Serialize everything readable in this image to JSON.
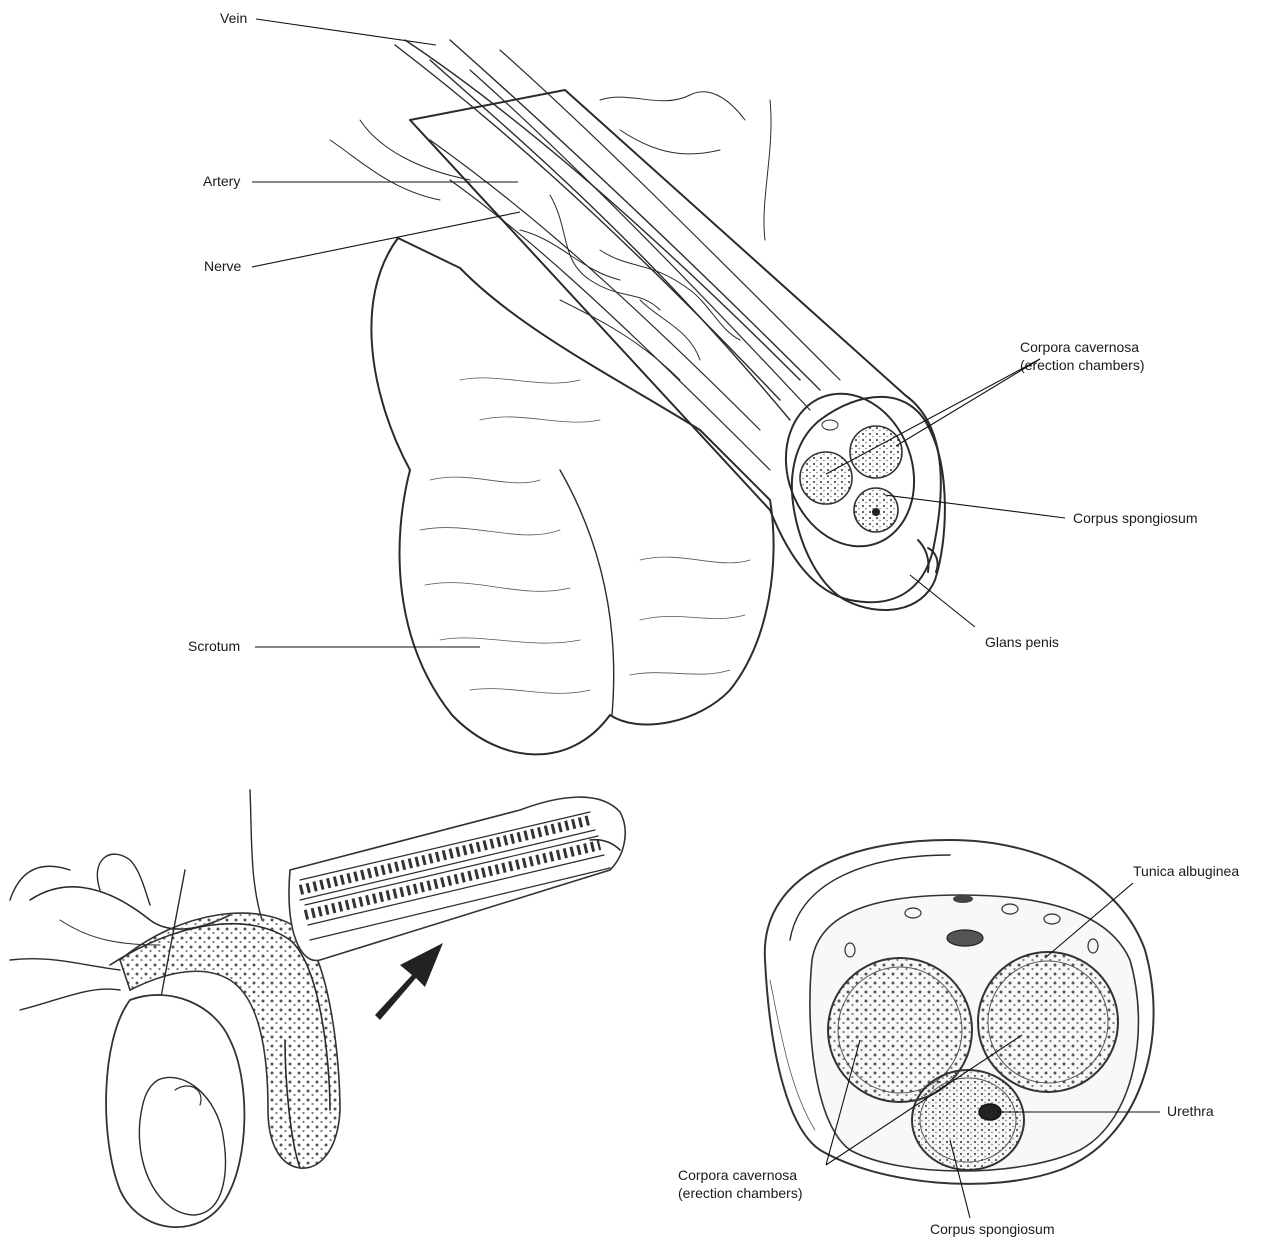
{
  "top_view": {
    "labels": {
      "vein": "Vein",
      "artery": "Artery",
      "nerve": "Nerve",
      "scrotum": "Scrotum",
      "corpora_cavernosa_line1": "Corpora cavernosa",
      "corpora_cavernosa_line2": "(erection chambers)",
      "corpus_spongiosum": "Corpus spongiosum",
      "glans_penis": "Glans penis"
    }
  },
  "cross_section": {
    "labels": {
      "tunica_albuginea": "Tunica albuginea",
      "urethra": "Urethra",
      "corpora_cavernosa_line1": "Corpora cavernosa",
      "corpora_cavernosa_line2": "(erection chambers)",
      "corpus_spongiosum": "Corpus spongiosum"
    }
  },
  "side_view": {
    "arrow_icon": "arrow-up-right-icon"
  },
  "colors": {
    "ink": "#2b2b2b",
    "background": "#ffffff",
    "tissue": "#f4f1ee"
  }
}
